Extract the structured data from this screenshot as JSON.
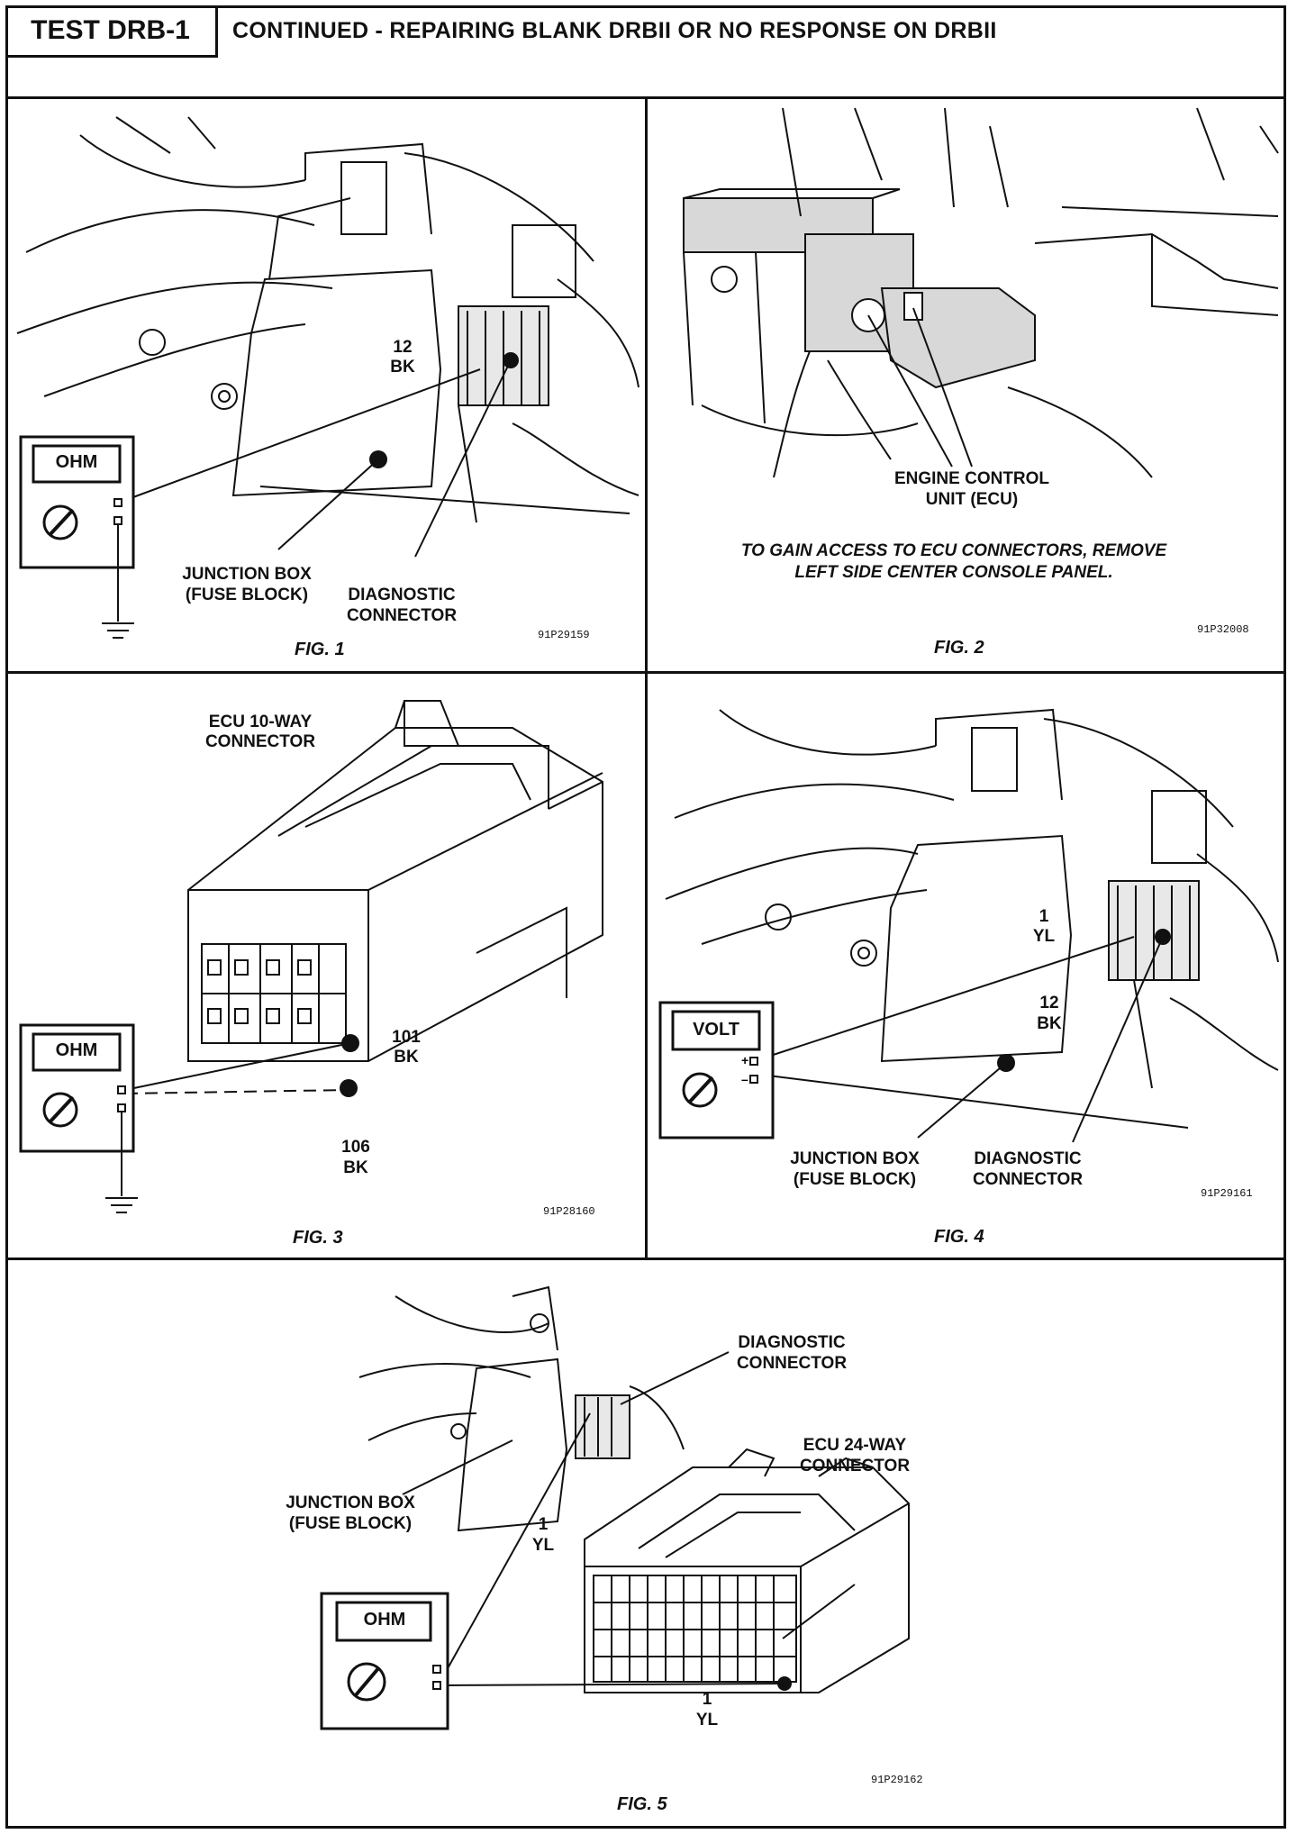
{
  "header": {
    "test_id": "TEST DRB-1",
    "title": "CONTINUED -  REPAIRING BLANK DRBII OR NO RESPONSE ON DRBII"
  },
  "fig1": {
    "caption": "FIG. 1",
    "code": "91P29159",
    "meter": "OHM",
    "wire_num": "12",
    "wire_color": "BK",
    "label_junction_1": "JUNCTION BOX",
    "label_junction_2": "(FUSE BLOCK)",
    "label_diag_1": "DIAGNOSTIC",
    "label_diag_2": "CONNECTOR"
  },
  "fig2": {
    "caption": "FIG. 2",
    "code": "91P32008",
    "label_ecu_1": "ENGINE CONTROL",
    "label_ecu_2": "UNIT (ECU)",
    "note_1": "TO GAIN ACCESS TO ECU CONNECTORS, REMOVE",
    "note_2": "LEFT SIDE CENTER CONSOLE PANEL."
  },
  "fig3": {
    "caption": "FIG. 3",
    "code": "91P28160",
    "meter": "OHM",
    "conn_1": "ECU 10-WAY",
    "conn_2": "CONNECTOR",
    "pin_a_num": "101",
    "pin_a_color": "BK",
    "pin_b_num": "106",
    "pin_b_color": "BK"
  },
  "fig4": {
    "caption": "FIG. 4",
    "code": "91P29161",
    "meter": "VOLT",
    "wire1_num": "1",
    "wire1_color": "YL",
    "wire2_num": "12",
    "wire2_color": "BK",
    "label_junction_1": "JUNCTION BOX",
    "label_junction_2": "(FUSE BLOCK)",
    "label_diag_1": "DIAGNOSTIC",
    "label_diag_2": "CONNECTOR"
  },
  "fig5": {
    "caption": "FIG. 5",
    "code": "91P29162",
    "meter": "OHM",
    "label_diag_1": "DIAGNOSTIC",
    "label_diag_2": "CONNECTOR",
    "conn_1": "ECU 24-WAY",
    "conn_2": "CONNECTOR",
    "label_junction_1": "JUNCTION BOX",
    "label_junction_2": "(FUSE BLOCK)",
    "wire_a_num": "1",
    "wire_a_color": "YL",
    "wire_b_num": "1",
    "wire_b_color": "YL"
  }
}
